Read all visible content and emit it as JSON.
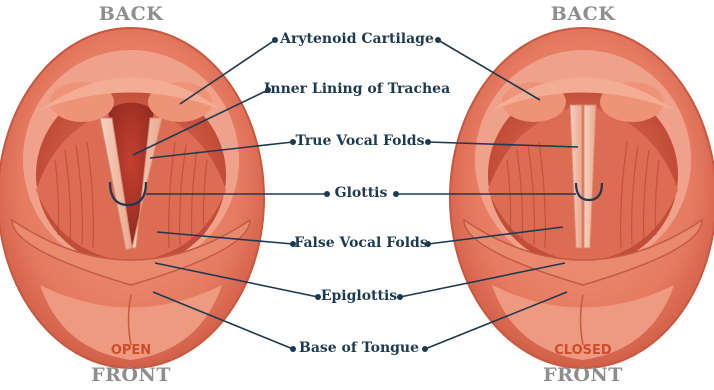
{
  "left": {
    "top_label": "BACK",
    "state": "OPEN",
    "bottom_label": "FRONT"
  },
  "right": {
    "top_label": "BACK",
    "state": "CLOSED",
    "bottom_label": "FRONT"
  },
  "parts": [
    "Arytenoid Cartilage",
    "Inner Lining of Trachea",
    "True Vocal Folds",
    "Glottis",
    "False Vocal Folds",
    "Epiglottis",
    "Base of Tongue"
  ],
  "colors": {
    "tissue_outer": "#e57a60",
    "tissue_mid": "#d9654c",
    "tissue_dark": "#a8382a",
    "fold_light": "#f3c3ad",
    "leader_line": "#1e3a52",
    "state_text": "#cf4b2c",
    "gray_text": "#8e8e8e"
  }
}
